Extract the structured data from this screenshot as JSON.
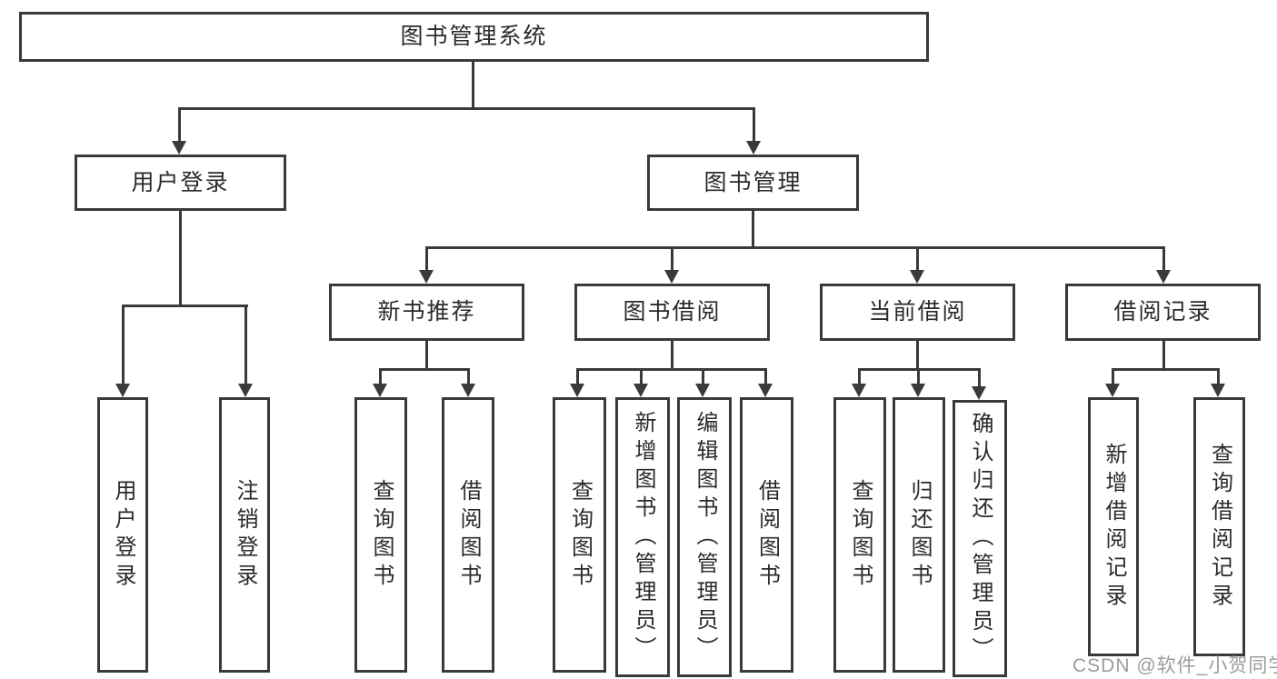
{
  "nodes": {
    "root": "图书管理系统",
    "user_login": "用户登录",
    "book_management": "图书管理",
    "new_book_recommend": "新书推荐",
    "book_borrow": "图书借阅",
    "current_borrow": "当前借阅",
    "borrow_records": "借阅记录",
    "user_login_leaf": "用户登录",
    "logout_leaf": "注销登录",
    "nbr_query_books": "查询图书",
    "nbr_borrow_books": "借阅图书",
    "bb_query_books": "查询图书",
    "bb_add_books_admin": "新增图书（管理员）",
    "bb_edit_books_admin": "编辑图书（管理员）",
    "bb_borrow_books": "借阅图书",
    "cb_query_books": "查询图书",
    "cb_return_books": "归还图书",
    "cb_confirm_return_admin": "确认归还（管理员）",
    "br_add_record": "新增借阅记录",
    "br_query_record": "查询借阅记录"
  },
  "watermark": "CSDN @软件_小贺同学",
  "colors": {
    "line": "#3a3a3a",
    "text": "#2b2b2b",
    "watermark": "#9c9c9c",
    "background": "#ffffff"
  }
}
